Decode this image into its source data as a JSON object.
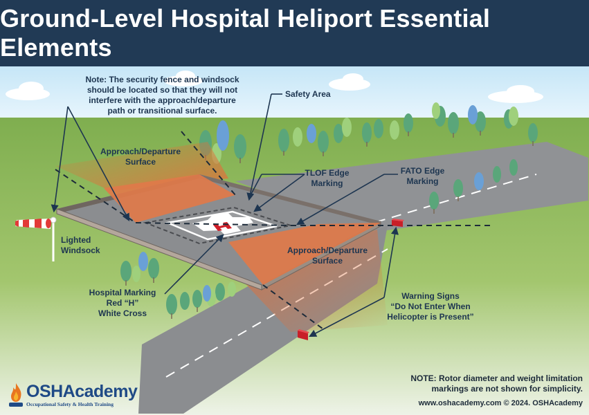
{
  "title": "Ground-Level Hospital Heliport Essential Elements",
  "labels": {
    "note_top": [
      "Note: The security fence and windsock",
      "should be located so that they will not",
      "interfere with the approach/departure",
      "path or transitional surface."
    ],
    "safety_area": "Safety Area",
    "approach_departure_top": [
      "Approach/Departure",
      "Surface"
    ],
    "tlof_edge": [
      "TLOF Edge",
      "Marking"
    ],
    "fato_edge": [
      "FATO Edge",
      "Marking"
    ],
    "lighted_windsock": [
      "Lighted",
      "Windsock"
    ],
    "approach_departure_bottom": [
      "Approach/Departure",
      "Surface"
    ],
    "hospital_marking": [
      "Hospital Marking",
      "Red “H”",
      "White Cross"
    ],
    "warning_signs": [
      "Warning Signs",
      "“Do Not Enter When",
      "Helicopter is Present”"
    ]
  },
  "footer": {
    "note": [
      "NOTE: Rotor diameter and weight limitation",
      "markings are not shown for simplicity."
    ],
    "copyright": "www.oshacademy.com © 2024. OSHAcademy"
  },
  "logo": {
    "name": "OSHAcademy",
    "tagline": "Occupational Safety & Health Training",
    "icon": "flame-icon"
  },
  "colors": {
    "title_bg": "#213a55",
    "sky": "#d8eefa",
    "grass": "#8db859",
    "pavement": "#8f9194",
    "approach_surface": "#e07a4a",
    "label_text": "#1d3550",
    "warning_sign": "#d0202a"
  }
}
